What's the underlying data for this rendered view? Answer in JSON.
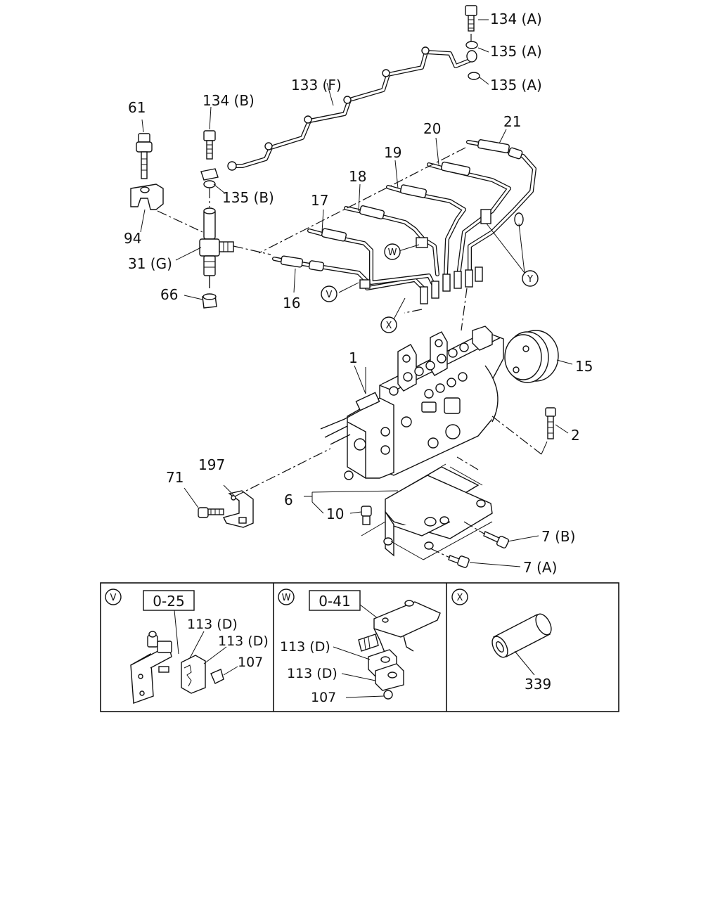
{
  "labels": {
    "p134a": "134 (A)",
    "p135a_1": "135 (A)",
    "p135a_2": "135 (A)",
    "p133f": "133 (F)",
    "p134b": "134 (B)",
    "p61": "61",
    "p135b": "135 (B)",
    "p94": "94",
    "p31g": "31 (G)",
    "p66": "66",
    "p16": "16",
    "p17": "17",
    "p18": "18",
    "p19": "19",
    "p20": "20",
    "p21": "21",
    "p1": "1",
    "p15": "15",
    "p2": "2",
    "p71": "71",
    "p197": "197",
    "p6": "6",
    "p10": "10",
    "p7b": "7 (B)",
    "p7a": "7 (A)"
  },
  "callouts": {
    "v": "V",
    "w": "W",
    "x": "X",
    "y": "Y"
  },
  "panels": [
    {
      "key": "V",
      "ref": "0-25",
      "labels": [
        "113 (D)",
        "113 (D)",
        "107"
      ]
    },
    {
      "key": "W",
      "ref": "0-41",
      "labels": [
        "113 (D)",
        "113 (D)",
        "107"
      ]
    },
    {
      "key": "X",
      "labels": [
        "339"
      ]
    }
  ]
}
